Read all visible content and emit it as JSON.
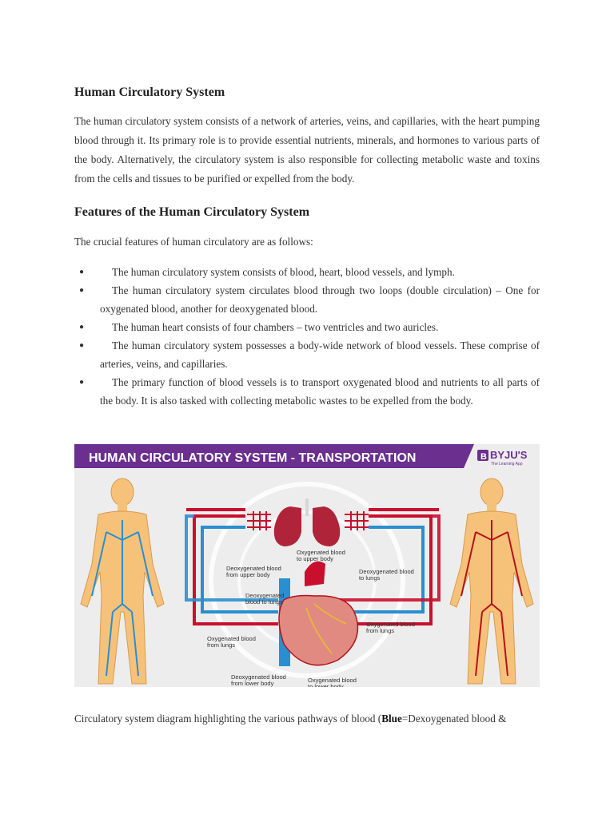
{
  "article": {
    "title": "Human Circulatory System",
    "intro": "The human circulatory system consists of a network of arteries, veins, and capillaries, with the heart pumping blood through it. Its primary role is to provide essential nutrients, minerals, and hormones to various parts of the body. Alternatively, the circulatory system is also responsible for collecting metabolic waste and toxins from the cells and tissues to be purified or expelled from the body.",
    "features_heading": "Features of the Human Circulatory System",
    "features_lead": "The crucial features of human circulatory are as follows:",
    "bullet": "●",
    "features": [
      "The human circulatory system consists of blood, heart, blood vessels, and lymph.",
      "The human circulatory system circulates blood through two loops (double circulation) – One for oxygenated blood, another for deoxygenated blood.",
      "The human heart consists of four chambers – two ventricles and two auricles.",
      "The human circulatory system possesses a body-wide network of blood vessels. These comprise of arteries, veins, and capillaries.",
      "The primary function of blood vessels is to transport oxygenated blood and nutrients to all parts of the body. It is also tasked with collecting metabolic wastes to be expelled from the body."
    ]
  },
  "figure": {
    "banner_title": "HUMAN CIRCULATORY SYSTEM - TRANSPORTATION",
    "brand": "BYJU'S",
    "brand_sub": "The Learning App",
    "labels": {
      "oxy_upper": "Oxygenated blood\nto upper body",
      "deoxy_upper": "Deoxygenated blood\nfrom upper body",
      "deoxy_lungs_left": "Deoxygenated\nblood to lungs",
      "deoxy_lungs_right": "Deoxygenated blood\nto lungs",
      "oxy_from_lungs_left": "Oxygenated blood\nfrom lungs",
      "oxy_from_lungs_right": "Oxygenated blood\nfrom lungs",
      "deoxy_lower": "Deoxygenated blood\nfrom lower body",
      "oxy_lower": "Oxygenated blood\nto lower body"
    },
    "colors": {
      "banner": "#6b2f8f",
      "artery": "#c8102e",
      "vein": "#2a8fd0",
      "body": "#f6c27a"
    }
  },
  "caption": {
    "prefix": "Circulatory system diagram highlighting the various pathways of blood (",
    "bold": "Blue",
    "suffix": "=Dexoygenated blood &"
  }
}
